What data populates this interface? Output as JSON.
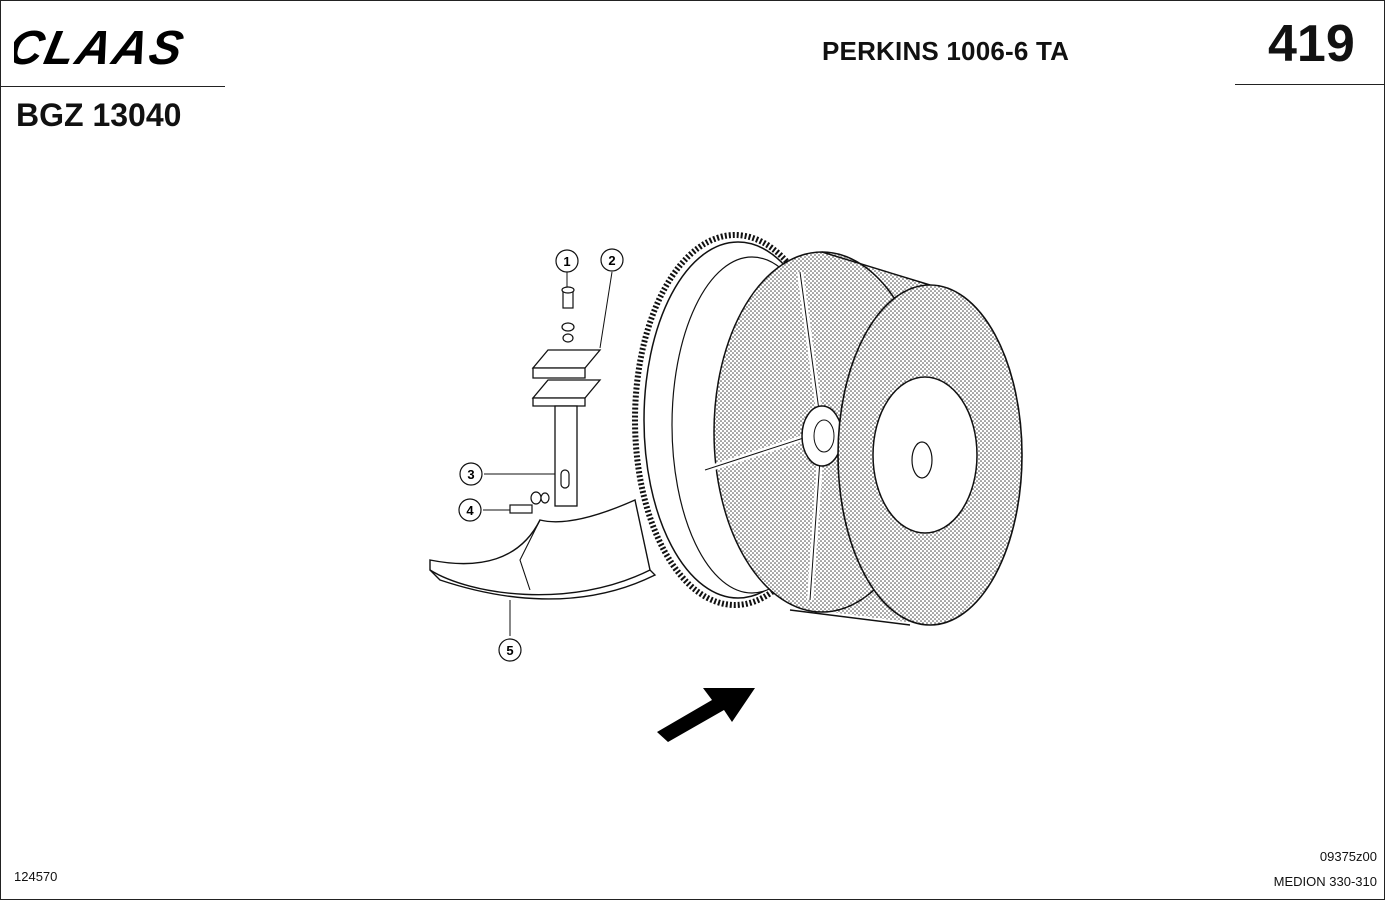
{
  "brand": {
    "logo_text": "CLAAS"
  },
  "header": {
    "engine_title": "PERKINS 1006-6 TA",
    "page_number": "419",
    "group_code": "BGZ 13040"
  },
  "drawing": {
    "callouts": [
      "1",
      "2",
      "3",
      "4",
      "5"
    ]
  },
  "footer": {
    "left_number": "124570",
    "drawing_code": "09375z00",
    "model": "MEDION 330-310"
  }
}
